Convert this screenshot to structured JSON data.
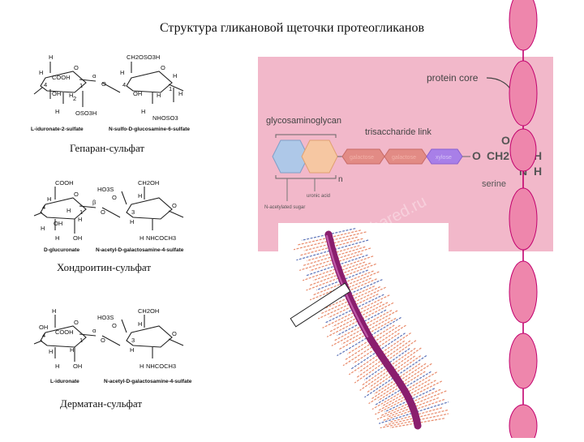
{
  "title": "Структура гликановой щеточки протеогликанов",
  "structures": [
    {
      "caption": "Гепаран-сульфат",
      "ring1": {
        "atoms": [
          "H",
          "COOH",
          "O",
          "OH",
          "H",
          "H",
          "H",
          "OSO3H"
        ],
        "numbers": [
          "4",
          "1",
          "2"
        ]
      },
      "ring2": {
        "atoms": [
          "CH2OSO3H",
          "O",
          "H",
          "H",
          "OH",
          "H",
          "H",
          "NHOSO3",
          "H"
        ],
        "numbers": [
          "4",
          "1"
        ]
      },
      "link": "α",
      "bridge": "O",
      "names": [
        "L-iduronate-2-sulfate",
        "N-sulfo-D-glucosamine-6-sulfate"
      ]
    },
    {
      "caption": "Хондроитин-сульфат",
      "ring1": {
        "atoms": [
          "COOH",
          "O",
          "H",
          "H",
          "OH",
          "H",
          "H",
          "OH",
          "H"
        ],
        "numbers": [
          "4",
          "1"
        ]
      },
      "ring2": {
        "atoms": [
          "HO3S",
          "O",
          "CH2OH",
          "O",
          "H",
          "H",
          "H",
          "NHCOCH3"
        ],
        "numbers": [
          "3"
        ]
      },
      "link": "β",
      "bridge": "O",
      "names": [
        "D-glucuronate",
        "N-acetyl-D-galactosamine-4-sulfate"
      ]
    },
    {
      "caption": "Дерматан-сульфат",
      "ring1": {
        "atoms": [
          "H",
          "COOH",
          "O",
          "OH",
          "H",
          "H",
          "H",
          "OH"
        ],
        "numbers": [
          "4",
          "1"
        ]
      },
      "ring2": {
        "atoms": [
          "HO3S",
          "O",
          "CH2OH",
          "O",
          "H",
          "H",
          "H",
          "NHCOCH3"
        ],
        "numbers": [
          "3"
        ]
      },
      "link": "α",
      "bridge": "O",
      "names": [
        "L-iduronate",
        "N-acetyl-D-galactosamine-4-sulfate"
      ]
    }
  ],
  "panel": {
    "protein_core": "protein core",
    "glycosaminoglycan": "glycosaminoglycan",
    "trisaccharide_link": "trisaccharide link",
    "sugars": [
      "galactose",
      "galactose",
      "xylose"
    ],
    "n_label": "n",
    "uronic_acid": "uronic acid",
    "acetylated_sugar": "N-acetylated sugar",
    "serine": "serine",
    "bond_o": "O",
    "bond_ch2": "CH2",
    "column": [
      "O",
      "C",
      "C",
      "H",
      "N",
      "H"
    ],
    "watermark": "myshared.ru",
    "colors": {
      "panel": "#f2b8ca",
      "blue_hex": "#aec8e8",
      "orange_hex": "#f6c7a2",
      "link_hex": "#e28b85",
      "xylose_hex": "#a87fe8",
      "core": "#e97fa0"
    }
  },
  "fiber": {
    "colors": {
      "core": "#8a1e6e",
      "bristles": "#e88a6a",
      "short_bristles": "#5c73b8"
    }
  },
  "chain": {
    "colors": {
      "bead": "#ee86ac",
      "line": "#c2006e"
    }
  }
}
